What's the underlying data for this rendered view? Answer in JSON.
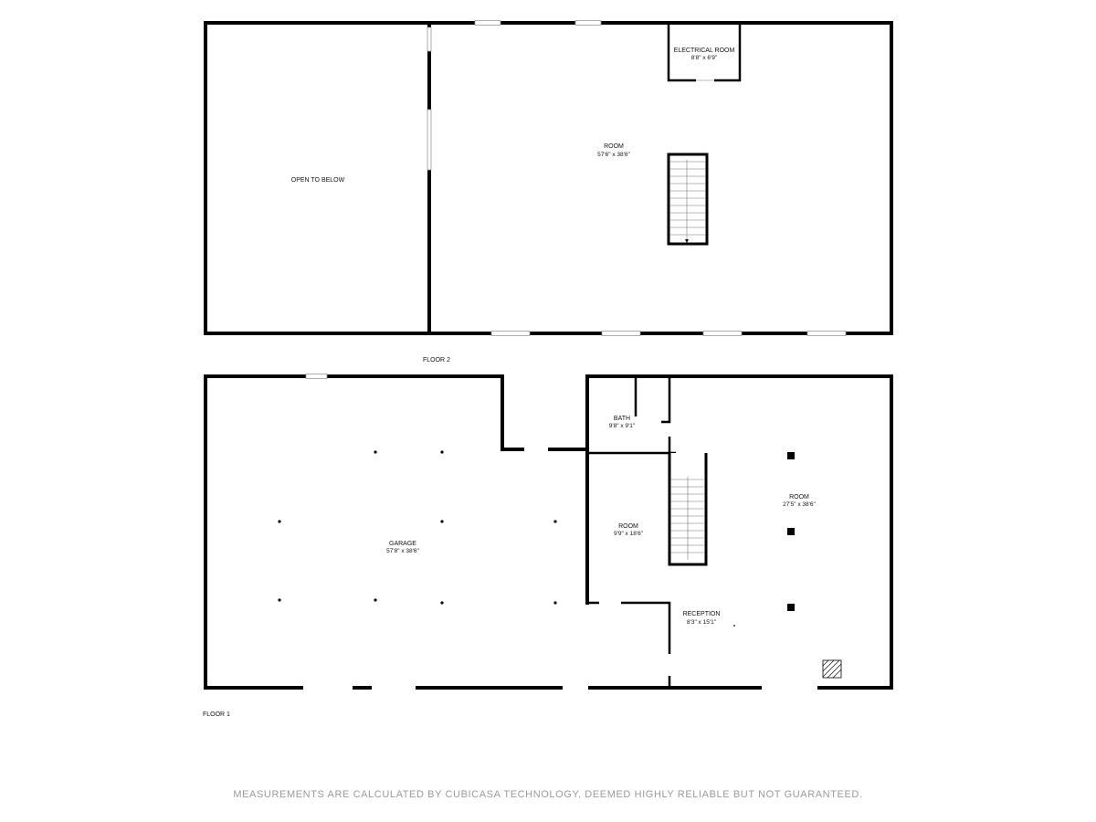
{
  "floor2": {
    "label": "FLOOR 2",
    "rooms": {
      "open_to_below": {
        "name": "OPEN TO BELOW"
      },
      "room": {
        "name": "ROOM",
        "dims": "57'6\" x 38'6\""
      },
      "electrical_room": {
        "name": "ELECTRICAL ROOM",
        "dims": "8'8\" x 6'9\""
      }
    }
  },
  "floor1": {
    "label": "FLOOR 1",
    "rooms": {
      "garage": {
        "name": "GARAGE",
        "dims": "57'8\" x 38'6\""
      },
      "bath": {
        "name": "BATH",
        "dims": "9'8\" x 9'1\""
      },
      "room_small": {
        "name": "ROOM",
        "dims": "9'9\" x 18'6\""
      },
      "room_large": {
        "name": "ROOM",
        "dims": "27'5\" x 38'6\""
      },
      "reception": {
        "name": "RECEPTION",
        "dims": "8'3\" x 15'1\""
      }
    }
  },
  "disclaimer": "MEASUREMENTS ARE CALCULATED BY CUBICASA TECHNOLOGY. DEEMED HIGHLY RELIABLE BUT NOT GUARANTEED.",
  "colors": {
    "wall": "#000000",
    "disclaimer": "#9a9a9a",
    "background": "#ffffff"
  }
}
